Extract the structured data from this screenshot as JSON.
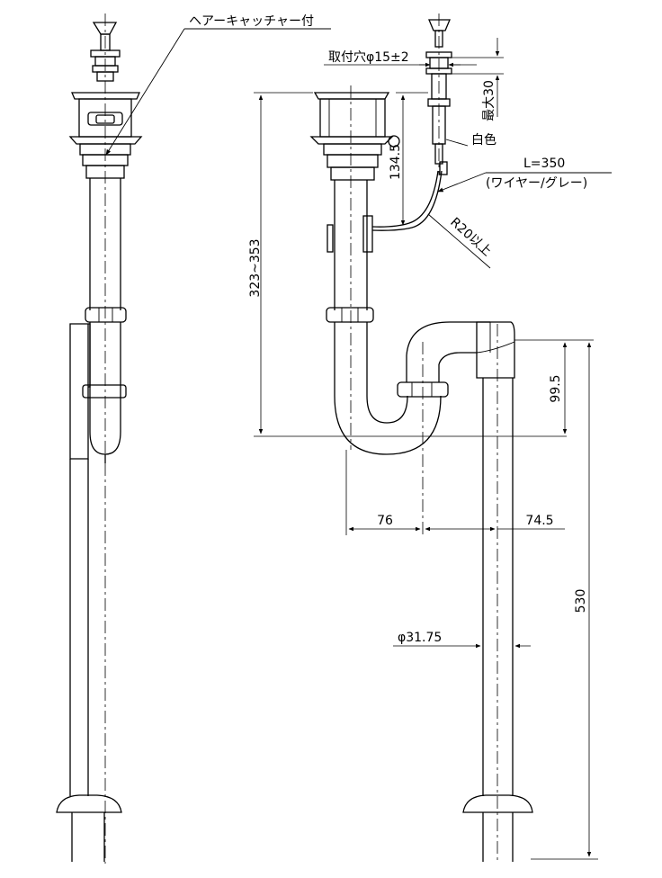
{
  "labels": {
    "hair_catcher": "ヘアーキャッチャー付",
    "mount_hole": "取付穴φ15±2",
    "max_30": "最大30",
    "white": "白色",
    "wire_length": "L=350",
    "wire_desc": "(ワイヤー/グレー)",
    "radius": "R20以上",
    "height_range": "323~353",
    "dim_134_5": "134.5",
    "dim_99_5": "99.5",
    "dim_76": "76",
    "dim_74_5": "74.5",
    "dim_530": "530",
    "pipe_diameter": "φ31.75"
  }
}
